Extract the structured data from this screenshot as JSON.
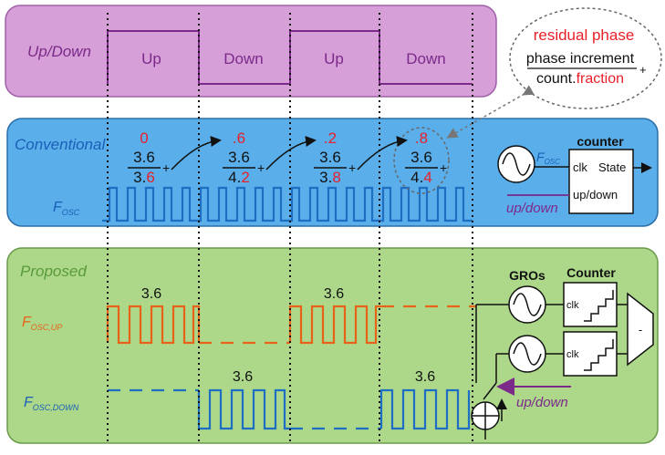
{
  "panels": {
    "updown": {
      "label": "Up/Down",
      "segments": [
        "Up",
        "Down",
        "Up",
        "Down"
      ]
    },
    "conventional": {
      "label": "Conventional",
      "fosc_main": "F",
      "fosc_sub": "OSC",
      "fractions": [
        {
          "residual": "0",
          "numerator": "3.6",
          "plus": "+",
          "denom_count": "3.",
          "denom_frac": "6"
        },
        {
          "residual": ".6",
          "numerator": "3.6",
          "plus": "+",
          "denom_count": "4.",
          "denom_frac": "2"
        },
        {
          "residual": ".2",
          "numerator": "3.6",
          "plus": "+",
          "denom_count": "3.",
          "denom_frac": "8"
        },
        {
          "residual": ".8",
          "numerator": "3.6",
          "plus": "+",
          "denom_count": "4.",
          "denom_frac": "4"
        }
      ],
      "counter": {
        "title": "counter",
        "clk": "clk",
        "state": "State",
        "updown": "up/down",
        "fosc_main": "F",
        "fosc_sub": "OSC",
        "updown_input": "up/down"
      }
    },
    "bubble": {
      "residual": "residual phase",
      "increment": "phase increment",
      "count": "count.",
      "fraction": "fraction",
      "plus": "+"
    },
    "proposed": {
      "label": "Proposed",
      "up_main": "F",
      "up_sub": "OSC,UP",
      "down_main": "F",
      "down_sub": "OSC,DOWN",
      "up_value_1": "3.6",
      "up_value_2": "3.6",
      "down_value_1": "3.6",
      "down_value_2": "3.6",
      "gros": "GROs",
      "counter": "Counter",
      "clk1": "clk",
      "clk2": "clk",
      "minus": "-",
      "updown": "up/down"
    }
  },
  "colors": {
    "updown_fill": "#d79fd7",
    "conventional_fill": "#5aaeea",
    "proposed_fill": "#add88a",
    "purple": "#7b2a8a",
    "blue_wave": "#1e6fc4",
    "orange_wave": "#e8631a",
    "red": "#e8202a"
  }
}
